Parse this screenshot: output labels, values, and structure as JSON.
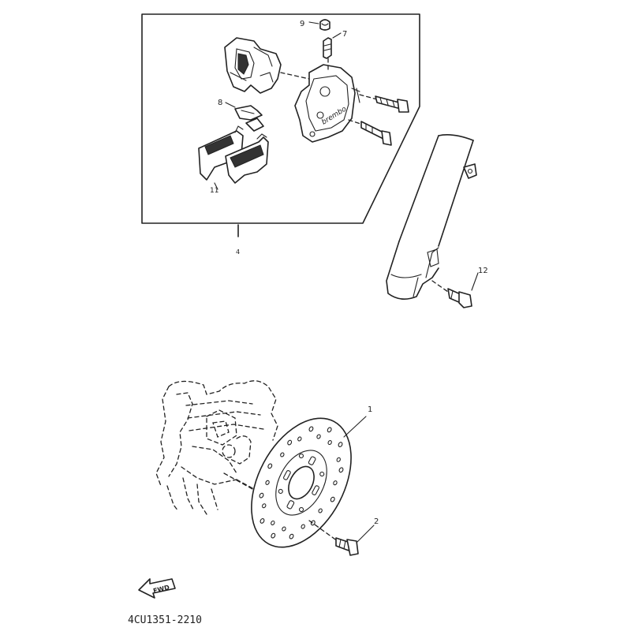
{
  "diagram": {
    "callouts": {
      "p1": "1",
      "p2": "2",
      "p4": "4",
      "p7": "7",
      "p8": "8",
      "p9": "9",
      "p11": "11",
      "p12": "12"
    },
    "caliper_brand": "brembo",
    "fwd_label": "FWD",
    "drawing_code": "4CU1351-2210"
  }
}
